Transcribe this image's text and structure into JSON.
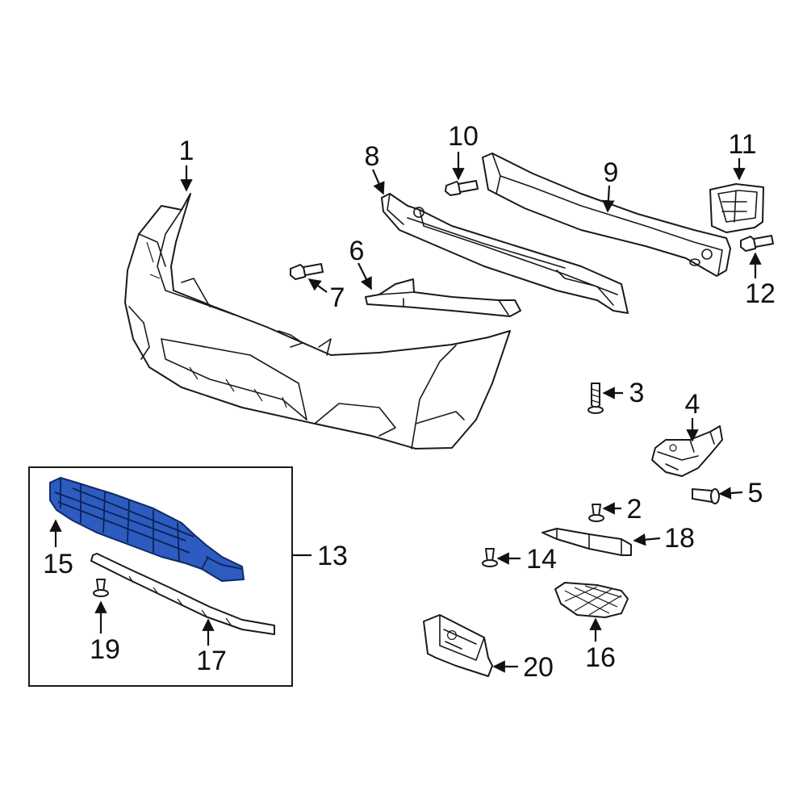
{
  "diagram": {
    "highlight_color": "#2d5bbf",
    "callouts": {
      "c1": "1",
      "c2": "2",
      "c3": "3",
      "c4": "4",
      "c5": "5",
      "c6": "6",
      "c7": "7",
      "c8": "8",
      "c9": "9",
      "c10": "10",
      "c11": "11",
      "c12": "12",
      "c13": "13",
      "c14": "14",
      "c15": "15",
      "c16": "16",
      "c17": "17",
      "c18": "18",
      "c19": "19",
      "c20": "20"
    }
  }
}
